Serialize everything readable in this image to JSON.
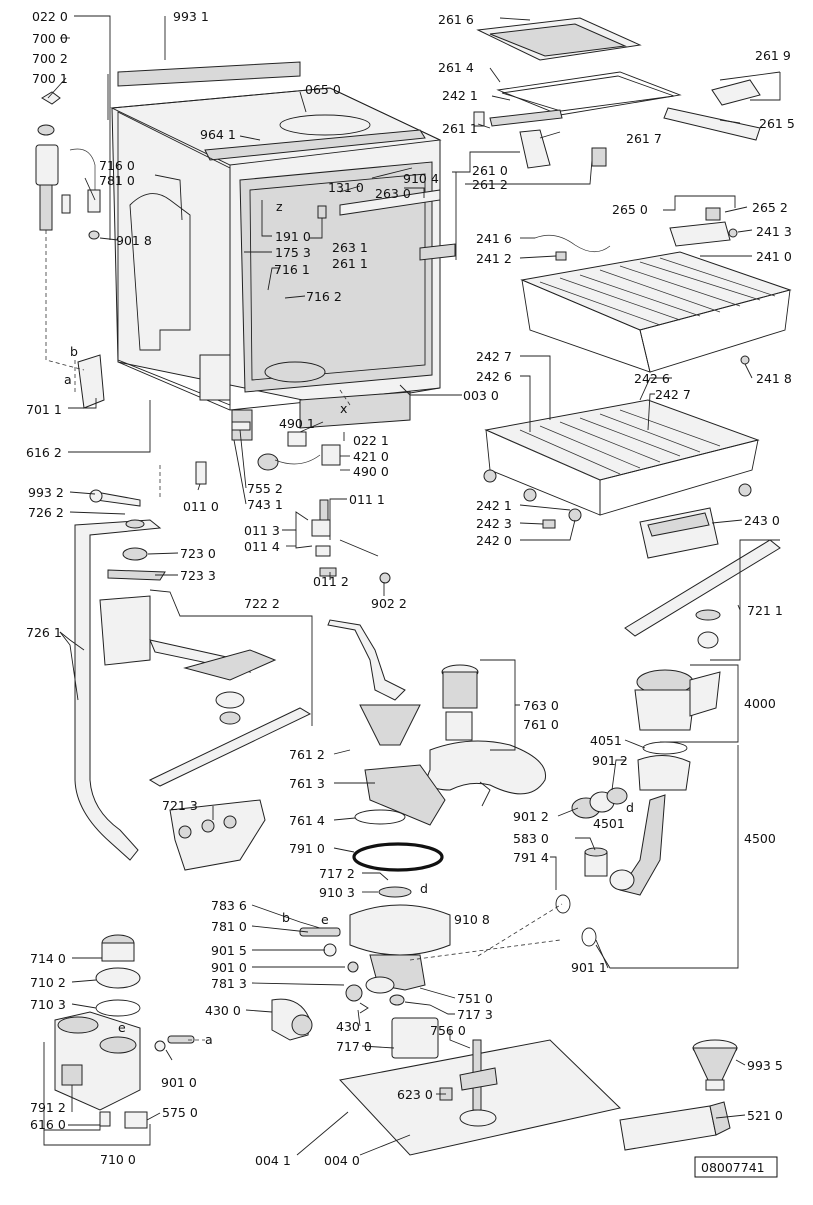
{
  "document_number": "08007741",
  "letters": {
    "b1": "b",
    "a1": "a",
    "z1": "z",
    "x1": "x",
    "e1": "e",
    "b2": "b",
    "d1": "d",
    "e2": "e",
    "a2": "a",
    "d2": "d"
  },
  "labels": {
    "l0220": "022 0",
    "l9931": "993 1",
    "l7000": "700 0",
    "l7002": "700 2",
    "l7001": "700 1",
    "l0650": "065 0",
    "l9641": "964 1",
    "l7160": "716 0",
    "l7810": "781 0",
    "l1310": "131 0",
    "l9104": "910 4",
    "l2630": "263 0",
    "l9018": "901 8",
    "l1910": "191 0",
    "l1753": "175 3",
    "l2631": "263 1",
    "l2611a": "261 1",
    "l7161": "716 1",
    "l7162": "716 2",
    "l7011": "701 1",
    "l0030": "003 0",
    "l4901": "490 1",
    "l0221": "022 1",
    "l4210": "421 0",
    "l4900": "490 0",
    "l6162a": "616 2",
    "l7552": "755 2",
    "l7431": "743 1",
    "l9932": "993 2",
    "l0110": "011 0",
    "l0111": "011 1",
    "l7262": "726 2",
    "l0113": "011 3",
    "l0114": "011 4",
    "l0112": "011 2",
    "l9022": "902 2",
    "l7230": "723 0",
    "l7233": "723 3",
    "l7222": "722 2",
    "l7261": "726 1",
    "l2616": "261 6",
    "l2614": "261 4",
    "l2619": "261 9",
    "l2421": "242 1",
    "l2611b": "261 1",
    "l2617": "261 7",
    "l2615": "261 5",
    "l2610": "261 0",
    "l2612": "261 2",
    "l2650": "265 0",
    "l2652": "265 2",
    "l2416": "241 6",
    "l2413": "241 3",
    "l2412": "241 2",
    "l2410": "241 0",
    "l2418": "241 8",
    "l2427a": "242 7",
    "l2426a": "242 6",
    "l2426b": "242 6",
    "l2427b": "242 7",
    "l2421b": "242 1",
    "l2423": "242 3",
    "l2420": "242 0",
    "l2430": "243 0",
    "l7211": "721 1",
    "l7630": "763 0",
    "l7610": "761 0",
    "l4000": "4000",
    "l7612": "761 2",
    "l4051": "4051",
    "l9012a": "901 2",
    "l7613": "761 3",
    "l9012b": "901 2",
    "l4501": "4501",
    "l7213": "721 3",
    "l7614": "761 4",
    "l5830": "583 0",
    "l7910": "791 0",
    "l7914": "791 4",
    "l4500": "4500",
    "l7172": "717 2",
    "l9103": "910 3",
    "l7836": "783 6",
    "l9108": "910 8",
    "l7810b": "781 0",
    "l9015": "901 5",
    "l9010": "901 0",
    "l9011": "901 1",
    "l7140": "714 0",
    "l7813": "781 3",
    "l7102": "710 2",
    "l7510": "751 0",
    "l7103": "710 3",
    "l7173": "717 3",
    "l4300": "430 0",
    "l4301": "430 1",
    "l7560": "756 0",
    "l7170": "717 0",
    "l9935": "993 5",
    "l9010b": "901 0",
    "l6230": "623 0",
    "l7912": "791 2",
    "l5750": "575 0",
    "l6160": "616 0",
    "l5210": "521 0",
    "l7100": "710 0",
    "l0041": "004 1",
    "l0040": "004 0"
  }
}
